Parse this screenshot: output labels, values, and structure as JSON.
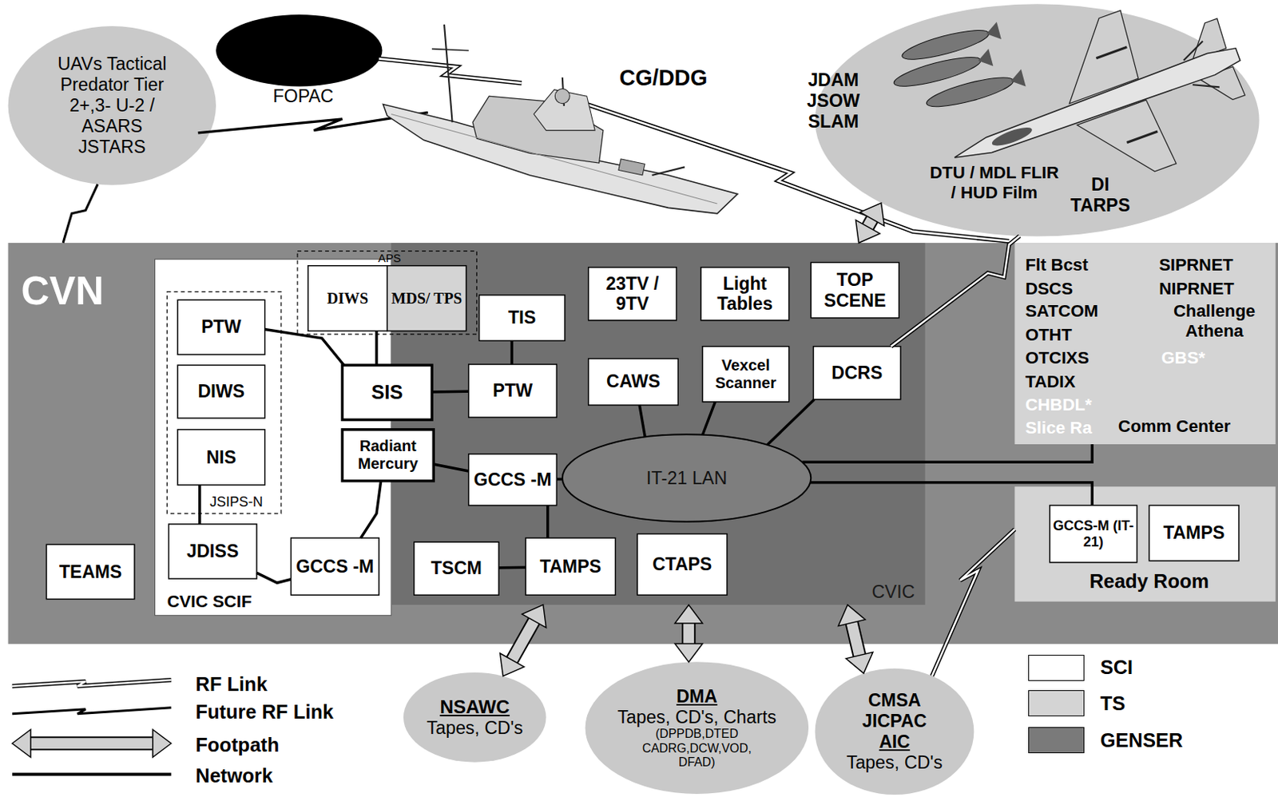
{
  "diagram": {
    "nodes": [
      {
        "text": [
          "UAVs Tactical Predator Tier 2+,3- U-2 / ASARS JSTARS"
        ]
      },
      {
        "text": [
          "JDAM JSOW SLAM",
          "DTU / MDL FLIR / HUD Film",
          "DI TARPS"
        ]
      },
      {
        "text": [
          "CVN"
        ]
      },
      {
        "text": [
          "CVIC SCIF"
        ],
        "in": 2
      },
      {
        "text": [
          "JSIPS-N"
        ],
        "in": 3
      },
      {
        "text": [
          "PTW"
        ],
        "in": 4
      },
      {
        "text": [
          "DIWS"
        ],
        "in": 4
      },
      {
        "text": [
          "NIS"
        ],
        "in": 4
      },
      {
        "text": [
          "JDISS"
        ],
        "in": 3
      },
      {
        "text": [
          "GCCS -M"
        ],
        "in": 3
      },
      {
        "text": [
          "APS"
        ],
        "in": 2
      },
      {
        "text": [
          "DIWS"
        ],
        "in": 10
      },
      {
        "text": [
          "MDS/ TPS"
        ],
        "in": 10
      },
      {
        "text": [
          "SIS"
        ],
        "in": 2
      },
      {
        "text": [
          "Radiant Mercury"
        ],
        "in": 2
      },
      {
        "text": [
          "CVIC"
        ],
        "in": 2
      },
      {
        "text": [
          "TIS"
        ],
        "in": 15
      },
      {
        "text": [
          "PTW"
        ],
        "in": 15
      },
      {
        "text": [
          "23TV / 9TV"
        ],
        "in": 15
      },
      {
        "text": [
          "Light Tables"
        ],
        "in": 15
      },
      {
        "text": [
          "TOP SCENE"
        ],
        "in": 15
      },
      {
        "text": [
          "CAWS"
        ],
        "in": 15
      },
      {
        "text": [
          "Vexcel Scanner"
        ],
        "in": 15
      },
      {
        "text": [
          "DCRS"
        ],
        "in": 15
      },
      {
        "text": [
          "GCCS -M"
        ],
        "in": 15
      },
      {
        "text": [
          "IT-21 LAN"
        ],
        "in": 15
      },
      {
        "text": [
          "TSCM"
        ],
        "in": 15
      },
      {
        "text": [
          "TAMPS"
        ],
        "in": 15
      },
      {
        "text": [
          "CTAPS"
        ],
        "in": 15
      },
      {
        "text": [
          "Flt Bcst",
          "DSCS",
          "SATCOM",
          "OTHT",
          "OTCIXS",
          "TADIX",
          "CHBDL*",
          "Slice Ra",
          "SIPRNET",
          "NIPRNET",
          "Challenge Athena",
          "GBS*",
          "Comm Center"
        ],
        "in": 2
      },
      {
        "text": [
          "Ready Room"
        ],
        "in": 2
      },
      {
        "text": [
          "GCCS-M (IT-21)"
        ],
        "in": 30
      },
      {
        "text": [
          "TAMPS"
        ],
        "in": 30
      },
      {
        "text": [
          "TEAMS"
        ],
        "in": 2
      },
      {
        "text": [
          "NSAWC",
          "Tapes, CD's"
        ]
      },
      {
        "text": [
          "DMA",
          "Tapes, CD's, Charts",
          "(DPPDB,DTED CADRG,DCW,VOD, DFAD)"
        ]
      },
      {
        "text": [
          "CMSA JICPAC",
          "AIC",
          "Tapes, CD's"
        ]
      }
    ],
    "edges": [
      {
        "from": 0,
        "to": 2,
        "arrow": "none"
      },
      {
        "from": 1,
        "to": 23,
        "arrow": "none"
      },
      {
        "from": 36,
        "to": 30,
        "arrow": "none"
      },
      {
        "from": 1,
        "to": 15,
        "arrow": "both"
      },
      {
        "from": 34,
        "to": 15,
        "arrow": "both"
      },
      {
        "from": 35,
        "to": 15,
        "arrow": "both"
      },
      {
        "from": 36,
        "to": 15,
        "arrow": "both"
      },
      {
        "from": 5,
        "to": 13,
        "arrow": "none"
      },
      {
        "from": 13,
        "to": 11,
        "arrow": "none"
      },
      {
        "from": 13,
        "to": 17,
        "arrow": "none"
      },
      {
        "from": 16,
        "to": 17,
        "arrow": "none"
      },
      {
        "from": 14,
        "to": 24,
        "arrow": "none"
      },
      {
        "from": 24,
        "to": 25,
        "arrow": "none"
      },
      {
        "from": 24,
        "to": 27,
        "arrow": "none"
      },
      {
        "from": 26,
        "to": 27,
        "arrow": "none"
      },
      {
        "from": 21,
        "to": 25,
        "arrow": "none"
      },
      {
        "from": 22,
        "to": 25,
        "arrow": "none"
      },
      {
        "from": 23,
        "to": 25,
        "arrow": "none"
      },
      {
        "from": 25,
        "to": 29,
        "arrow": "none"
      },
      {
        "from": 25,
        "to": 31,
        "arrow": "none"
      },
      {
        "from": 14,
        "to": 9,
        "arrow": "none"
      },
      {
        "from": 9,
        "to": 8,
        "arrow": "none"
      },
      {
        "from": 8,
        "to": 7,
        "arrow": "none"
      }
    ],
    "labels": [
      "CG/DDG",
      "FOPAC"
    ],
    "legend": [
      {
        "text": "RF Link"
      },
      {
        "text": "Future RF Link"
      },
      {
        "text": "Footpath"
      },
      {
        "text": "Network"
      },
      {
        "text": "SCI",
        "color": "#ffffff"
      },
      {
        "text": "TS",
        "color": "#d4d4d4"
      },
      {
        "text": "GENSER",
        "color": "#7a7a7a"
      }
    ]
  }
}
